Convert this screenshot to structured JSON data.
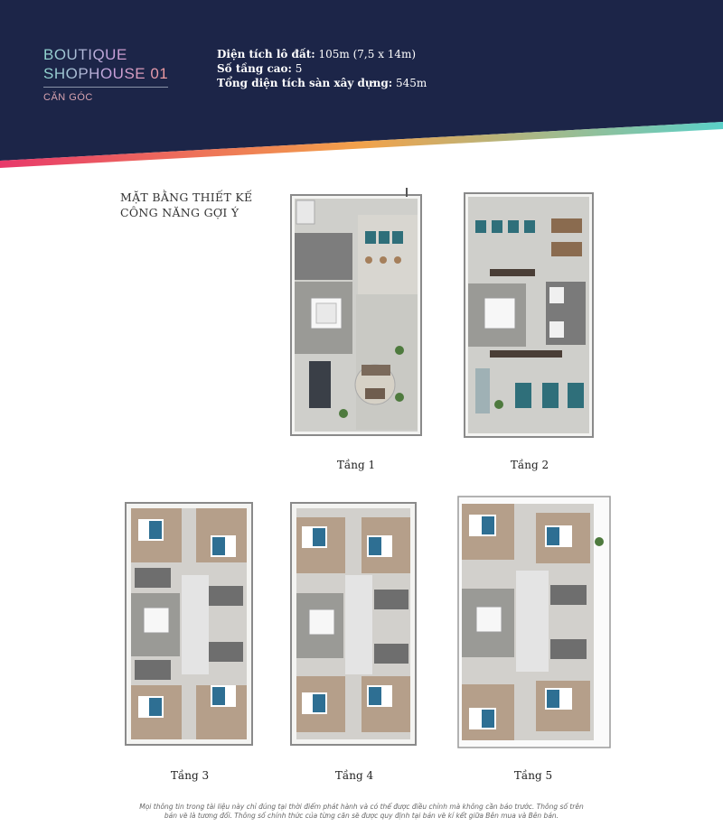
{
  "header": {
    "title_line1": "BOUTIQUE",
    "title_line2": "SHOPHOUSE 01",
    "subtitle": "CĂN GÓC",
    "specs": [
      {
        "label": "Diện tích lô đất:",
        "value": " 105m  (7,5 x 14m)"
      },
      {
        "label": "Số tầng cao:",
        "value": " 5"
      },
      {
        "label": "Tổng diện tích sàn xây dựng:",
        "value": " 545m"
      }
    ],
    "colors": {
      "background": "#1c2548",
      "stripe_start": "#e8396b",
      "stripe_end": "#5ad0c8"
    }
  },
  "section": {
    "title_line1": "MẶT BẰNG THIẾT KẾ",
    "title_line2": "CÔNG NĂNG GỢI Ý"
  },
  "floors": [
    {
      "label": "Tầng 1"
    },
    {
      "label": "Tầng 2"
    },
    {
      "label": "Tầng 3"
    },
    {
      "label": "Tầng 4"
    },
    {
      "label": "Tầng 5"
    }
  ],
  "footnote": {
    "line1": "Mọi thông tin trong tài liệu này chỉ đúng tại thời điểm phát hành và có thể được điều chỉnh mà không cần báo trước. Thông số trên",
    "line2": "bản vẽ là tương đối. Thông số chính thức của từng căn sẽ được quy định tại bản vẽ kí kết giữa Bên mua và Bên bán."
  }
}
